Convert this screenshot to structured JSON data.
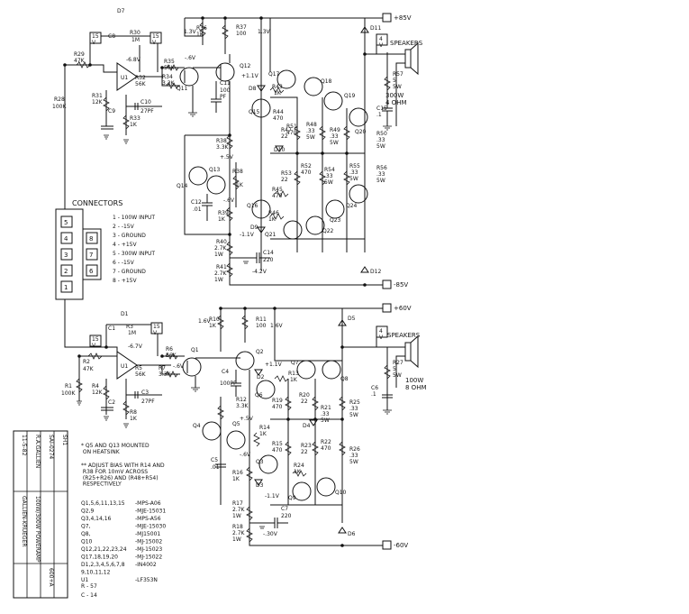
{
  "top": {
    "rails": {
      "pos": "+85V",
      "neg": "-85V"
    },
    "speakers": "SPEAKERS",
    "load": "300W\n4 OHM",
    "parts": {
      "d7": "D7",
      "c8": "C8",
      "r30": "R30",
      "r30v": "1M",
      "v_15a": "15\nV",
      "v_15b": "15\nV",
      "r29": "R29",
      "r29v": "47K",
      "v_68": "-6.8V",
      "u1": "U1",
      "r32": "R32",
      "r32v": "56K",
      "r31": "R31",
      "r31v": "12K",
      "c9": "C9",
      "c10": "C10",
      "c10v": "27PF",
      "r33": "R33",
      "r33v": "1K",
      "r28": "R28",
      "r28v": "100K",
      "r35": "R35",
      "r35v": "56K",
      "v6": "-.6V",
      "r34": "R34",
      "r34v": "3.3K",
      "q11": "Q11",
      "r36": "R36",
      "r36v": "1K",
      "r37": "R37",
      "r37v": "100",
      "v13a": "1.3V",
      "v13b": "1.3V",
      "q12": "Q12",
      "c11": "C11",
      "c11v": "100\nPF",
      "v11": "+1.1V",
      "d8": "D8",
      "q13": "Q13",
      "q14": "Q14",
      "q15": "Q15",
      "q16": "Q16",
      "q17": "Q17",
      "q18": "Q18",
      "q19": "Q19",
      "q20": "Q20",
      "q21": "Q21",
      "q22": "Q22",
      "q23": "Q23",
      "q24": "Q24",
      "r43": "R43",
      "r43v": "1K",
      "r44": "R44",
      "r44v": "470",
      "r47": "R47",
      "r47v": "22",
      "r48": "R48",
      "r48v": ".33\n5W",
      "r49": "R49",
      "r49v": ".33\n5W",
      "r50": "R50",
      "r50v": ".33\n5W",
      "r51": "R51",
      "r51v": "470",
      "d10": "D10",
      "r52": "R52",
      "r52v": "470",
      "r53": "R53",
      "r53v": "22",
      "r54": "R54",
      "r54v": ".33\n5W",
      "r55": "R55",
      "r55v": ".33\n5W",
      "r56": "R56",
      "r56v": ".33\n5W",
      "r57": "R57",
      "r57v": "5\n5W",
      "c15": "C15",
      "c15v": ".1",
      "r38": "R38",
      "r38v": "3.3K",
      "r38b": "R38",
      "r38bv": "1K",
      "v5": "+.5V",
      "v6b": "-.6V",
      "c12": "C12",
      "c12v": ".01",
      "r39": "R39",
      "r39v": "1K",
      "r45": "R45",
      "r45v": "470",
      "r46": "R46",
      "r46v": "1K",
      "d9": "D9",
      "v11n": "-1.1V",
      "r40": "R40",
      "r40v": "2.7K\n1W",
      "r41": "R41",
      "r41v": "2.7K\n1W",
      "c14": "C14",
      "c14v": "220",
      "v42": "-4.2V",
      "d11": "D11",
      "d12": "D12",
      "spk_ref": "4\nV"
    }
  },
  "connectors": {
    "title": "CONNECTORS",
    "pins_left": [
      "5",
      "4",
      "3",
      "2",
      "1"
    ],
    "pins_right": [
      "8",
      "7",
      "6"
    ],
    "legend": [
      "1 - 100W INPUT",
      "2 - -15V",
      "3 - GROUND",
      "4 - +15V",
      "5 - 300W INPUT",
      "6 - -15V",
      "7 - GROUND",
      "8 - +15V"
    ]
  },
  "bottom": {
    "rails": {
      "pos": "+60V",
      "neg": "-60V"
    },
    "speakers": "SPEAKERS",
    "load": "100W\n8 OHM",
    "parts": {
      "d1": "D1",
      "c1": "C1",
      "r3": "R3",
      "r3v": "1M",
      "v_15a": "15\nV",
      "v_15b": "15\nV",
      "r2": "R2",
      "r2v": "47K",
      "v_67": "-6.7V",
      "u1": "U1",
      "r5": "R5",
      "r5v": "56K",
      "r4": "R4",
      "r4v": "12K",
      "c2": "C2",
      "c3": "C3",
      "c3v": "27PF",
      "r8": "R8",
      "r8v": "1K",
      "r1": "R1",
      "r1v": "100K",
      "r6": "R6",
      "r6v": "56K",
      "r7": "R7",
      "r7v": "3.3K",
      "v6": "-.6V",
      "q1": "Q1",
      "r10": "R10",
      "r10v": "1K",
      "r11": "R11",
      "r11v": "100",
      "v16a": "1.6V",
      "v16b": "1.6V",
      "q2": "Q2",
      "c4": "C4",
      "c4v": "100PF",
      "v11": "+1.1V",
      "d2": "D2",
      "q3": "Q3",
      "q4": "Q4",
      "q5": "Q5",
      "q6": "Q6",
      "q7": "Q7",
      "q8": "Q8",
      "q9": "Q9",
      "q10": "Q10",
      "r13": "R13",
      "r13v": "1K",
      "r19": "R19",
      "r19v": "470",
      "r20": "R20",
      "r20v": "22",
      "r21": "R21",
      "r21v": ".33\n5W",
      "r25": "R25",
      "r25v": ".33\n5W",
      "d4": "D4",
      "r12": "R12",
      "r12v": "3.3K",
      "r14": "R14",
      "r14v": "1K",
      "v5": "+.5V",
      "v6b": "-.6V",
      "c5": "C5",
      "c5v": ".01",
      "r15": "R15",
      "r15v": "470",
      "r22": "R22",
      "r22v": "470",
      "r23": "R23",
      "r23v": "22",
      "r24": "R24",
      "r24v": "1K",
      "r26": "R26",
      "r26v": ".33\n5W",
      "r16": "R16",
      "r16v": "1K",
      "d3": "D3",
      "v11n": "-1.1V",
      "r17": "R17",
      "r17v": "2.7K\n1W",
      "r18": "R18",
      "r18v": "2.7K\n1W",
      "c7": "C7",
      "c7v": "220",
      "v30": "-.30V",
      "r27": "R27",
      "r27v": "5\n5W",
      "c6": "C6",
      "c6v": ".1",
      "d5": "D5",
      "d6": "D6",
      "spk_ref": "4\nV"
    }
  },
  "notes": {
    "heatsink": "* Q5 AND Q13 MOUNTED\n  ON HEATSINK",
    "bias": "** ADJUST BIAS WITH R14 AND\n   R38 FOR 10mV ACROSS\n   (R25+R26) AND (R48+R54)\n   RESPECTIVELY",
    "bom": [
      [
        "Q1,5,6,11,13,15",
        "-MPS-A06"
      ],
      [
        "Q2,9",
        "-MJE-15031"
      ],
      [
        "Q3,4,14,16",
        "-MPS-A56"
      ],
      [
        "Q7,",
        "-MJE-15030"
      ],
      [
        "Q8,",
        "-MJ15001"
      ],
      [
        "Q10",
        "-MJ-15002"
      ],
      [
        "Q12,21,22,23,24",
        "-MJ-15023"
      ],
      [
        "Q17,18,19,20",
        "-MJ-15022"
      ],
      [
        "D1,2,3,4,5,6,7,8",
        "-IN4002"
      ],
      [
        "9,10,11,12",
        ""
      ],
      [
        "U1",
        "-LF353N"
      ]
    ],
    "ranges": [
      "R - 57",
      "C - 14"
    ]
  },
  "title_block": {
    "date": "11-5-82",
    "drawn": "R.A.GALLIEN",
    "dwg": "SAI-0274",
    "sh": "SH1",
    "company": "GALLIEN-KRUEGER",
    "title": "100W/300W POWERAMP",
    "model": "600+A"
  }
}
